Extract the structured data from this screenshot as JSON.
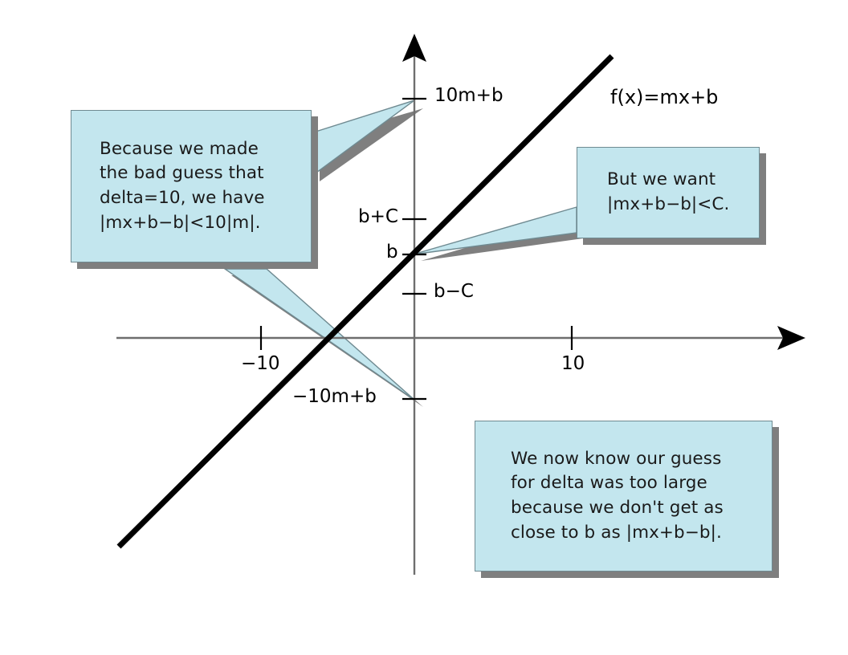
{
  "figure": {
    "title": "Epsilon-delta illustration for a linear function",
    "background": "#ffffff"
  },
  "colors": {
    "callout_fill": "#c3e6ee",
    "callout_border": "#6f8a91",
    "shadow": "#7f7f7f",
    "axis": "#6e6e6e",
    "curve": "#000000",
    "text": "#1a1a1a"
  },
  "chart_data": {
    "type": "line",
    "title": "",
    "xlabel": "",
    "ylabel": "",
    "grid": false,
    "legend": "none",
    "xlim": [
      -18,
      20
    ],
    "ylim": [
      -13,
      16
    ],
    "series": [
      {
        "name": "f(x)=mx+b",
        "label": "f(x)=mx+b",
        "equation": "f(x)=mx+b",
        "x": [
          -16.5,
          13.5
        ],
        "y": [
          -11.5,
          13.5
        ],
        "style": "solid",
        "color": "#000000",
        "width": 6
      }
    ],
    "x_ticks": [
      {
        "value": -10,
        "label": "−10"
      },
      {
        "value": 10,
        "label": "10"
      }
    ],
    "y_ticks": [
      {
        "value": 10,
        "label": "10m+b"
      },
      {
        "value": 3.4,
        "label": "b+C"
      },
      {
        "value": 1.0,
        "label": "b"
      },
      {
        "value": -1.4,
        "label": "b−C"
      },
      {
        "value": -8,
        "label": "−10m+b"
      }
    ],
    "annotations": [
      {
        "name": "function-label",
        "text": "f(x)=mx+b"
      },
      {
        "name": "callout-upper-left",
        "text": "Because we made the bad guess that delta=10, we have |mx+b−b|<10|m|."
      },
      {
        "name": "callout-right",
        "text": "But we want |mx+b−b|<C."
      },
      {
        "name": "callout-bottom",
        "text": "We now know our guess for delta was too large because we don't get as close to b as |mx+b−b|."
      }
    ]
  },
  "axis_labels": {
    "ten_m_plus_b": "10m+b",
    "b_plus_C": "b+C",
    "b": "b",
    "b_minus_C": "b−C",
    "neg_ten_m_plus_b": "−10m+b",
    "neg_ten": "−10",
    "ten": "10",
    "function": "f(x)=mx+b"
  },
  "callouts": {
    "left": {
      "name": "callout-bad-guess",
      "lines": [
        "Because we made",
        "the bad guess that",
        "delta=10, we have",
        "|mx+b−b|<10|m|."
      ],
      "text": "Because we made\nthe bad guess that\ndelta=10, we have\n|mx+b−b|<10|m|."
    },
    "right": {
      "name": "callout-but-we-want",
      "lines": [
        "But we want",
        "|mx+b−b|<C."
      ],
      "text": "But we want\n|mx+b−b|<C."
    },
    "bottom": {
      "name": "callout-guess-too-large",
      "lines": [
        "We now know our guess",
        "for delta was too large",
        "because we don't get as",
        "close to b as |mx+b−b|."
      ],
      "text": "We now know our guess\nfor delta was too large\nbecause we don't get as\nclose to b as |mx+b−b|."
    }
  }
}
